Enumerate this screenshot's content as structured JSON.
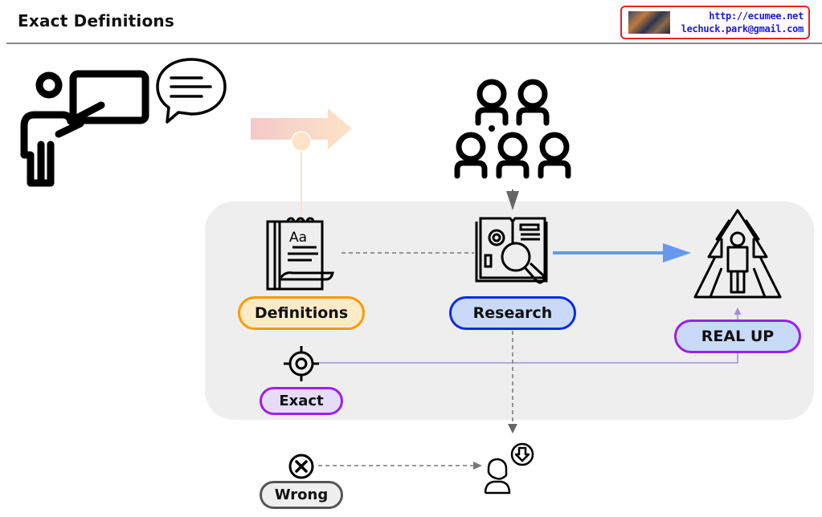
{
  "header": {
    "title": "Exact Definitions",
    "badge": {
      "url": "http://ecumee.net",
      "email": "lechuck.park@gmail.com",
      "border_color": "#e8202a",
      "text_color": "#1a1ae0"
    }
  },
  "diagram": {
    "nodes": {
      "definitions": {
        "label": "Definitions",
        "icon": "notebook-definition-icon",
        "fill": "#fdebc8",
        "border": "#ff9900"
      },
      "research": {
        "label": "Research",
        "icon": "book-research-magnifier-icon",
        "fill": "#c9daf8",
        "border": "#0b2bea"
      },
      "real_up": {
        "label": "REAL UP",
        "icon": "person-growth-arrows-icon",
        "fill": "#c9daf8",
        "border": "#9a1ff0"
      },
      "exact": {
        "label": "Exact",
        "icon": "target-crosshair-icon",
        "fill": "#e6dcf5",
        "border": "#9a1ff0"
      },
      "wrong": {
        "label": "Wrong",
        "icon": "x-circle-icon",
        "fill": "#eeeeee",
        "border": "#555555"
      }
    },
    "icons": {
      "teacher": "teacher-presentation-icon",
      "speech": "speech-bubble-icon",
      "audience": "audience-group-icon",
      "down_user": "user-down-icon"
    },
    "colors": {
      "panel": "#eeeeee",
      "blue_arrow": "#6699ee",
      "purple_line": "#9f8fd0",
      "gradient_arrow_start": "#f3c9c9",
      "gradient_arrow_end": "#fde3c8",
      "dashed": "#777777"
    }
  }
}
